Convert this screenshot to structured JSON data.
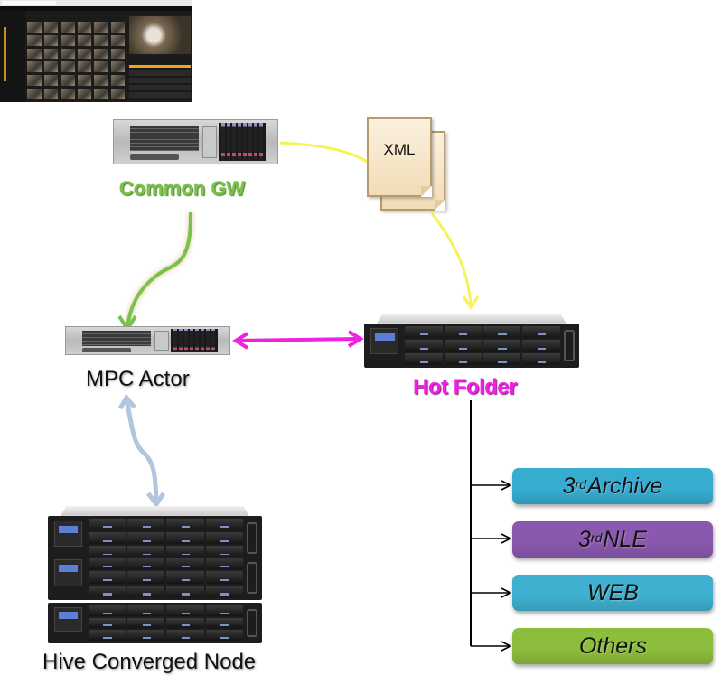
{
  "diagram": {
    "thumbnail": {
      "description": "media asset management application screenshot",
      "accent_color": "#f1a41a"
    },
    "nodes": {
      "common_gw": {
        "label": "Common GW",
        "color": "#7cc24a",
        "icon": "rack-server-icon"
      },
      "xml": {
        "label": "XML",
        "icon": "document-stack-icon"
      },
      "mpc_actor": {
        "label": "MPC Actor",
        "color": "#111111",
        "icon": "rack-server-icon"
      },
      "hot_folder": {
        "label": "Hot Folder",
        "color": "#ee22e0",
        "icon": "storage-enclosure-icon"
      },
      "hive": {
        "label": "Hive Converged Node",
        "color": "#111111",
        "icon": "storage-stack-icon",
        "units": 3
      }
    },
    "destinations": [
      {
        "label_prefix": "3",
        "label_sup": "rd",
        "label_main": " Archive",
        "color": "#36acd0"
      },
      {
        "label_prefix": "3",
        "label_sup": "rd",
        "label_main": " NLE",
        "color": "#8a58ae"
      },
      {
        "label_prefix": "",
        "label_sup": "",
        "label_main": "WEB",
        "color": "#3fb0cf"
      },
      {
        "label_prefix": "",
        "label_sup": "",
        "label_main": "Others",
        "color": "#8dbd3c"
      }
    ],
    "connections": [
      {
        "from": "Common GW",
        "to": "XML",
        "color": "#f7f25a",
        "style": "curve"
      },
      {
        "from": "XML",
        "to": "Hot Folder",
        "color": "#f7f25a",
        "style": "curve-arrow"
      },
      {
        "from": "Common GW",
        "to": "MPC Actor",
        "color": "#7cc24a",
        "style": "curve-arrow"
      },
      {
        "from": "MPC Actor",
        "to": "Hot Folder",
        "color": "#ee22e0",
        "style": "double-arrow"
      },
      {
        "from": "MPC Actor",
        "to": "Hive Converged Node",
        "color": "#b3c6df",
        "style": "double-arrow"
      },
      {
        "from": "Hot Folder",
        "to": "Destinations",
        "color": "#000000",
        "style": "branch-tree"
      }
    ]
  }
}
